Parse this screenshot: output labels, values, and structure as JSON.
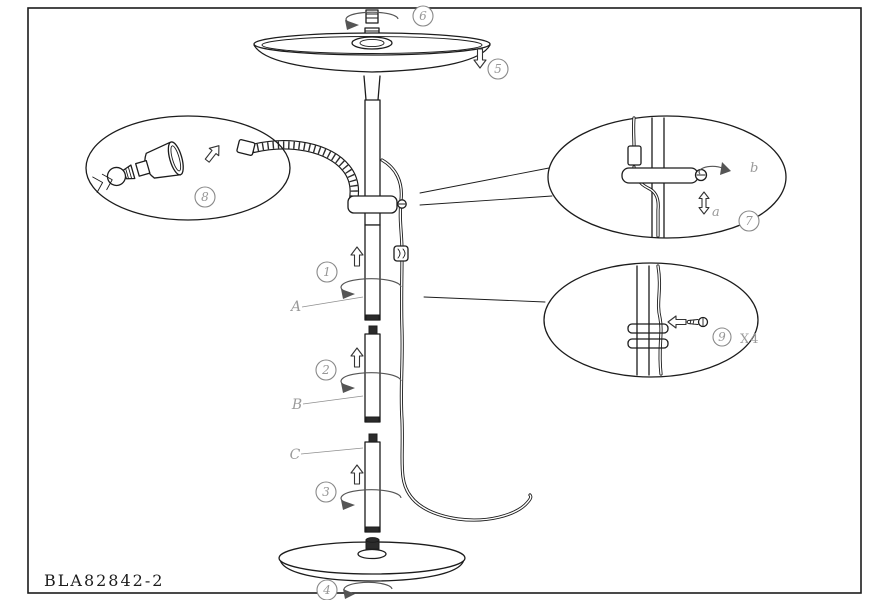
{
  "diagram": {
    "model_number": "BLA82842-2",
    "pole_labels": {
      "A": "A",
      "B": "B",
      "C": "C"
    },
    "callouts": {
      "n1": "1",
      "n2": "2",
      "n3": "3",
      "n4": "4",
      "n5": "5",
      "n6": "6",
      "n7": "7",
      "n8": "8",
      "n9": "9"
    },
    "detail_labels": {
      "a": "a",
      "b": "b"
    },
    "quantity_note": "X4",
    "colors": {
      "line": "#1c1c1c",
      "muted_label": "#9a9a9a"
    }
  }
}
